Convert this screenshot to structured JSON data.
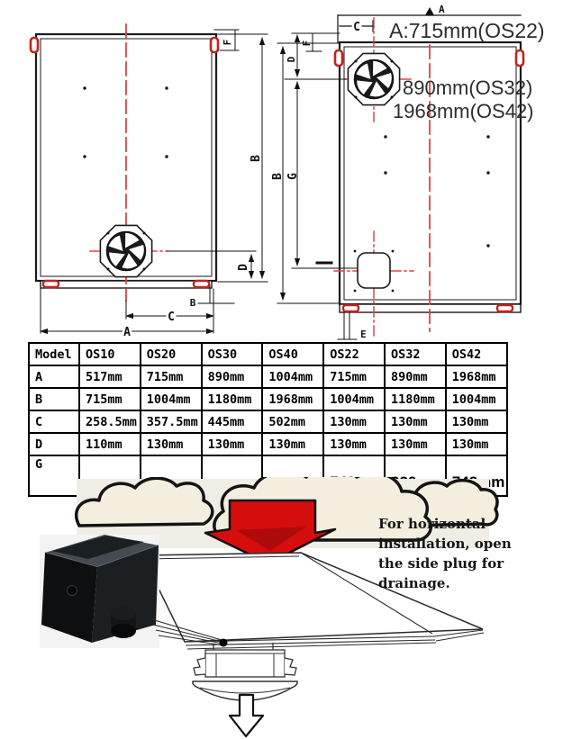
{
  "drawing_front": {
    "labels": {
      "offset": "F",
      "height": "B",
      "fan_bottom": "D",
      "foot": "B",
      "fan_side": "C",
      "width": "A"
    }
  },
  "drawing_back": {
    "labels": {
      "width": "A",
      "top_side": "C",
      "top_fan": "D",
      "offset": "F",
      "height": "B",
      "fan_drain": "G",
      "foot": "E"
    },
    "annotations": [
      "A:715mm(OS22)",
      "890mm(OS32)",
      "1968mm(OS42)"
    ]
  },
  "table": {
    "headers": [
      "Model",
      "OS10",
      "OS20",
      "OS30",
      "OS40",
      "OS22",
      "OS32",
      "OS42"
    ],
    "rows": [
      {
        "label": "A",
        "values": [
          "517mm",
          "715mm",
          "890mm",
          "1004mm",
          "715mm",
          "890mm",
          "1968mm"
        ]
      },
      {
        "label": "B",
        "values": [
          "715mm",
          "1004mm",
          "1180mm",
          "1968mm",
          "1004mm",
          "1180mm",
          "1004mm"
        ]
      },
      {
        "label": "C",
        "values": [
          "258.5mm",
          "357.5mm",
          "445mm",
          "502mm",
          "130mm",
          "130mm",
          "130mm"
        ]
      },
      {
        "label": "D",
        "values": [
          "110mm",
          "130mm",
          "130mm",
          "130mm",
          "130mm",
          "130mm",
          "130mm"
        ]
      },
      {
        "label": "G",
        "values": [
          "",
          "",
          "",
          "",
          "743mm",
          "920mm",
          "743mm"
        ]
      }
    ]
  },
  "illustration": {
    "caption_lines": [
      "For horizontal",
      "installation, open",
      "the side plug for",
      "drainage."
    ]
  },
  "colors": {
    "line": "#1a1a1a",
    "red_accent": "#c0241f",
    "red_centerline": "#e04343",
    "red_arrow": "#d60d0d",
    "cloud_fill": "#f3eedd",
    "table_border": "#000000"
  }
}
